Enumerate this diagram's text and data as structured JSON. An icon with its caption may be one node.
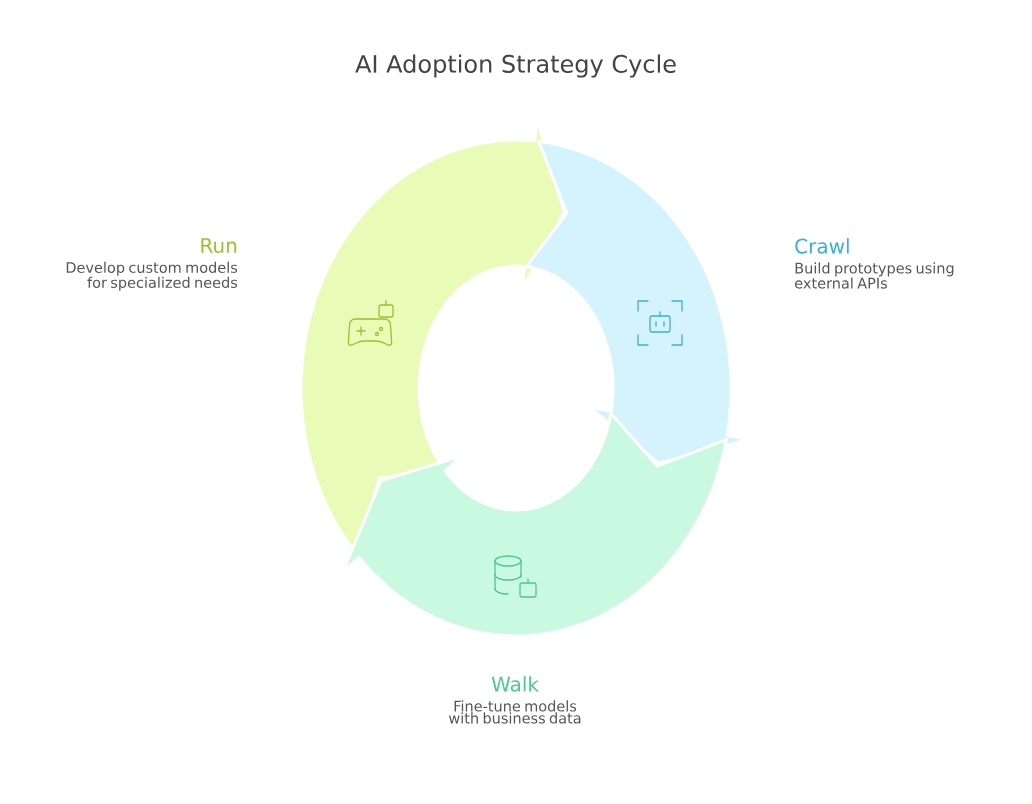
{
  "diagram": {
    "title": "AI Adoption Strategy Cycle",
    "nodes": [
      {
        "text": [
          "Run",
          "Develop custom models for specialized needs"
        ]
      },
      {
        "text": [
          "Crawl",
          "Build prototypes using external APIs"
        ]
      },
      {
        "text": [
          "Walk",
          "Fine-tune models with business data"
        ]
      }
    ]
  }
}
